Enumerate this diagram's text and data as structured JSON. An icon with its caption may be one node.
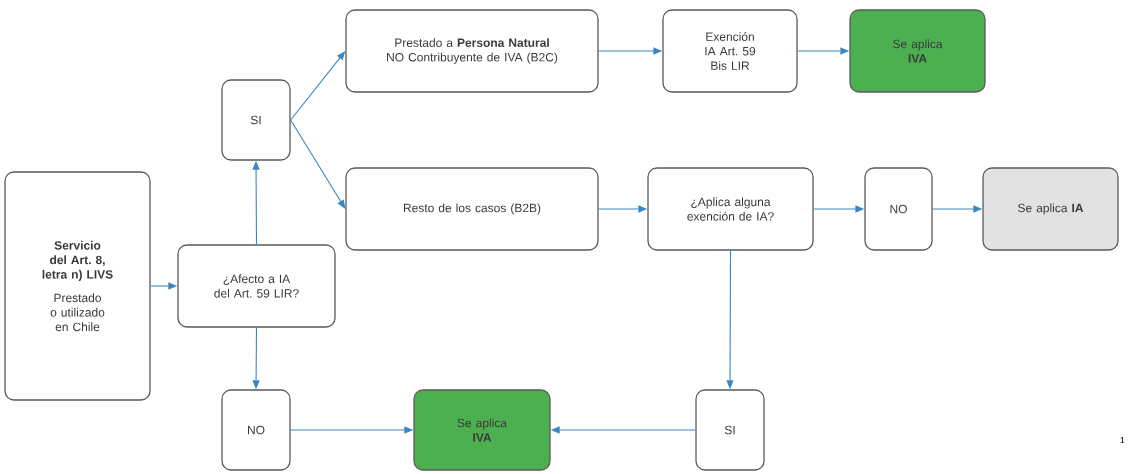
{
  "diagram": {
    "nodes": [
      {
        "text": [
          "Servicio del Art. 8, letra n) LIVS",
          "Prestado o utilizado en Chile"
        ]
      },
      {
        "text": [
          "¿Afecto a IA del Art. 59 LIR?"
        ]
      },
      {
        "text": [
          "SI"
        ]
      },
      {
        "text": [
          "NO"
        ]
      },
      {
        "text": [
          "Prestado a **Persona Natural** NO Contribuyente de IVA (B2C)"
        ]
      },
      {
        "text": [
          "Resto de los casos (B2B)"
        ]
      },
      {
        "text": [
          "Exención IA Art. 59 Bis LIR"
        ]
      },
      {
        "text": [
          "Se aplica **IVA**"
        ]
      },
      {
        "text": [
          "¿Aplica alguna exención de IA?"
        ]
      },
      {
        "text": [
          "NO"
        ]
      },
      {
        "text": [
          "Se aplica **IA**"
        ]
      },
      {
        "text": [
          "Se aplica **IVA**"
        ]
      },
      {
        "text": [
          "SI"
        ]
      }
    ],
    "edges": [
      {
        "from": 0,
        "to": 1,
        "arrow": "to"
      },
      {
        "from": 1,
        "to": 2,
        "arrow": "to"
      },
      {
        "from": 1,
        "to": 3,
        "arrow": "to"
      },
      {
        "from": 2,
        "to": 4,
        "arrow": "to"
      },
      {
        "from": 2,
        "to": 5,
        "arrow": "to"
      },
      {
        "from": 4,
        "to": 6,
        "arrow": "to"
      },
      {
        "from": 6,
        "to": 7,
        "arrow": "to"
      },
      {
        "from": 5,
        "to": 8,
        "arrow": "to"
      },
      {
        "from": 8,
        "to": 9,
        "arrow": "to"
      },
      {
        "from": 9,
        "to": 10,
        "arrow": "to"
      },
      {
        "from": 8,
        "to": 12,
        "arrow": "to"
      },
      {
        "from": 3,
        "to": 11,
        "arrow": "to"
      },
      {
        "from": 12,
        "to": 11,
        "arrow": "to"
      }
    ],
    "labels": [
      "1"
    ]
  }
}
